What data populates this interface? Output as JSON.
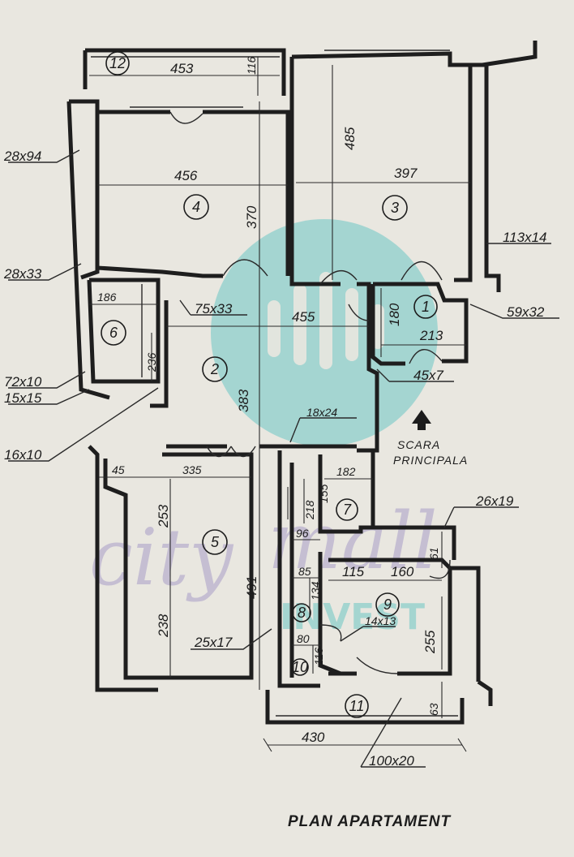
{
  "title": "PLAN APARTAMENT",
  "staircase": {
    "line1": "SCARA",
    "line2": "PRINCIPALA"
  },
  "rooms": [
    "1",
    "2",
    "3",
    "4",
    "5",
    "6",
    "7",
    "8",
    "9",
    "10",
    "11",
    "12"
  ],
  "dimensions": {
    "d453": "453",
    "d116a": "116",
    "d485": "485",
    "d456": "456",
    "d397": "397",
    "d370": "370",
    "d455": "455",
    "d180": "180",
    "d213": "213",
    "d186": "186",
    "d236": "236",
    "d383": "383",
    "d335": "335",
    "d45": "45",
    "d253": "253",
    "d238": "238",
    "d491": "491",
    "d218": "218",
    "d155": "155",
    "d182": "182",
    "d96": "96",
    "d85": "85",
    "d134": "134",
    "d80": "80",
    "d116b": "116",
    "d115": "115",
    "d160": "160",
    "d61": "61",
    "d255": "255",
    "d63": "63",
    "d430": "430"
  },
  "openings": {
    "o28x94": "28x94",
    "o28x33": "28x33",
    "o72x10": "72x10",
    "o15x15": "15x15",
    "o16x10": "16x10",
    "o75x33": "75x33",
    "o113x14": "113x14",
    "o59x32": "59x32",
    "o45x7": "45x7",
    "o18x24": "18x24",
    "o26x19": "26x19",
    "o25x17": "25x17",
    "o14x13": "14x13",
    "o100x20": "100x20"
  },
  "watermark": {
    "text1": "city",
    "text2": "mall",
    "text3": "INVEST",
    "accent": "#6cc7c4",
    "accent2": "#a99ec8"
  }
}
